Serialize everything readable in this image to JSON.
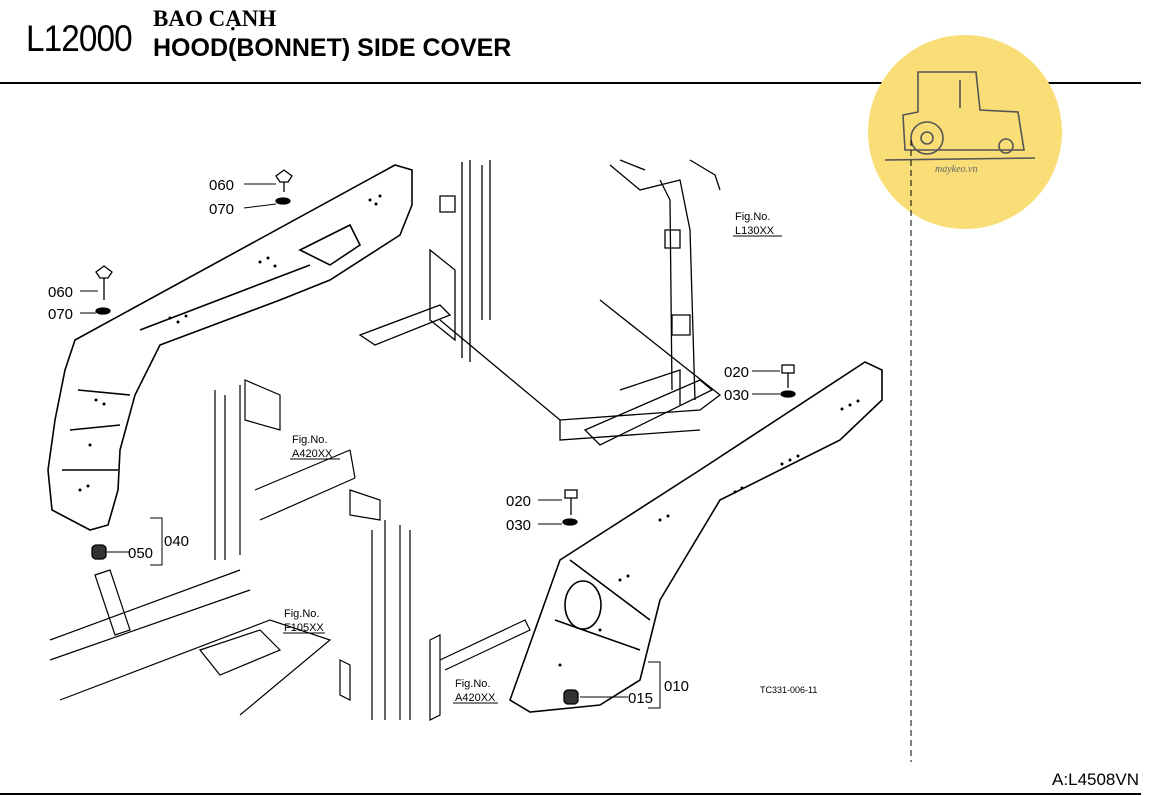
{
  "header": {
    "model_code": "L12000",
    "title_vi": "BAO CẠNH",
    "title_en": "HOOD(BONNET) SIDE COVER"
  },
  "footer": {
    "doc_code": "A:L4508VN"
  },
  "diagram": {
    "ref_code": "TC331-006-11",
    "fig_refs": [
      {
        "prefix": "Fig.No.",
        "code": "L130XX"
      },
      {
        "prefix": "Fig.No.",
        "code": "A420XX"
      },
      {
        "prefix": "Fig.No.",
        "code": "F105XX"
      },
      {
        "prefix": "Fig.No.",
        "code": "A420XX"
      }
    ],
    "part_labels": [
      "060",
      "070",
      "060",
      "070",
      "040",
      "050",
      "020",
      "030",
      "020",
      "030",
      "010",
      "015"
    ]
  },
  "watermark": {
    "text": "maykeo.vn",
    "color": "#f7dc6f"
  }
}
